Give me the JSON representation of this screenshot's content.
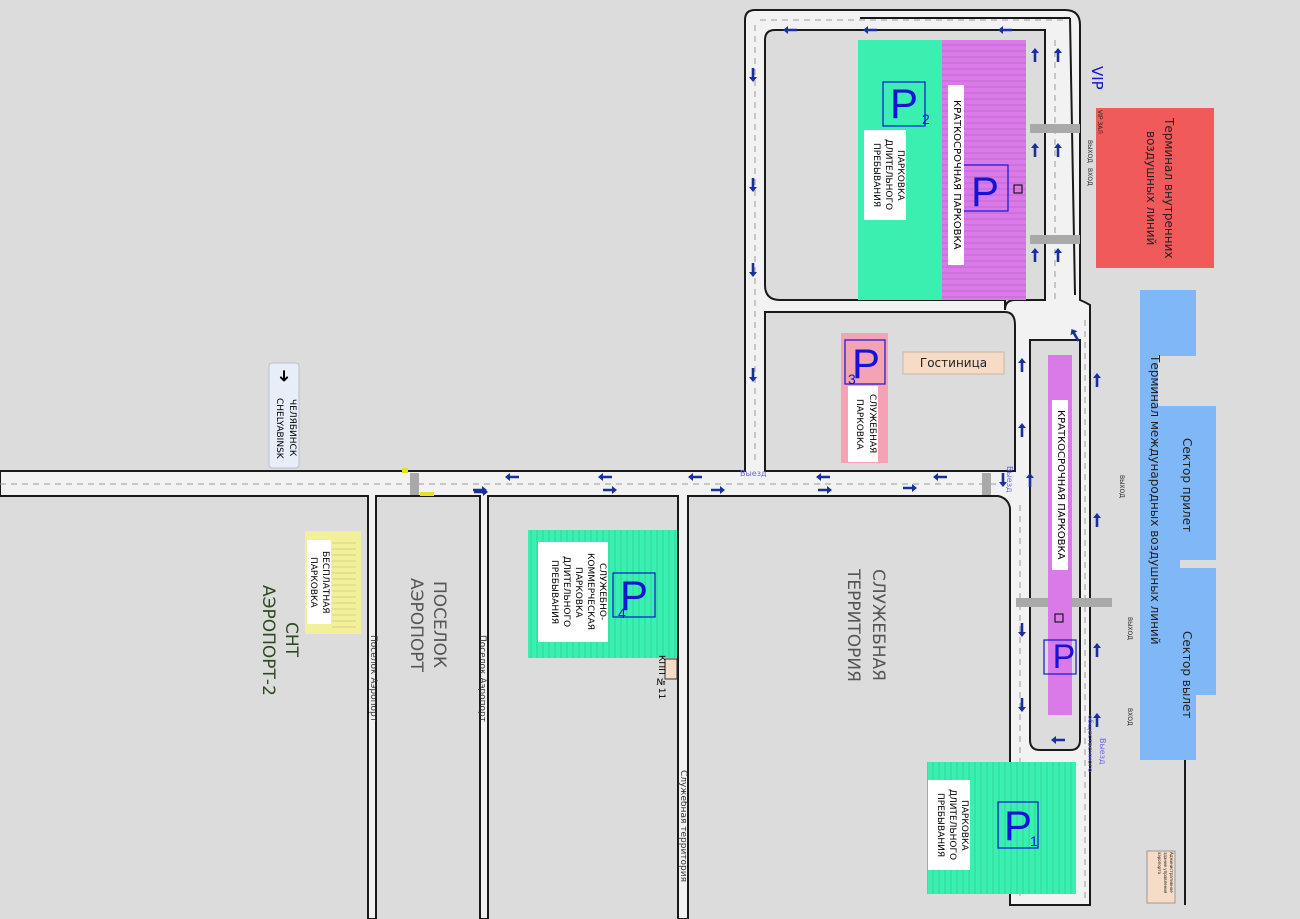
{
  "colors": {
    "background": "#dcdcdc",
    "road": "#f2f2f2",
    "road_edge": "#1a1a1a",
    "domestic_terminal": "#f05a5a",
    "international_terminal": "#7fb7f7",
    "long_term_parking": "#39f0b0",
    "short_term_parking": "#d97ae8",
    "service_parking": "#f3a3b3",
    "free_parking": "#f3f09a",
    "hotel": "#f6dcc6",
    "parking_sign": "#1414d6",
    "arrow": "#1a2f9e",
    "snt_text": "#2c4a1e"
  },
  "icons": {
    "direction_arrow": "arrow-icon",
    "city_direction": "arrow-left-icon"
  },
  "terminals": {
    "domestic": "Терминал внутренних воздушных линий",
    "international": "Терминал международных воздушных линий",
    "sector_arrival": "Сектор прилет",
    "sector_departure": "Сектор вылет",
    "vip": "VIP",
    "vip_hall": "VIP ЗАЛ",
    "exit_label": "ВЫХОД",
    "entrance_label": "ВХОД"
  },
  "parking": {
    "p2": {
      "num": "2",
      "label": "ПАРКОВКА ДЛИТЕЛЬНОГО ПРЕБЫВАНИЯ"
    },
    "short_north": {
      "label": "КРАТКОСРОЧНАЯ ПАРКОВКА"
    },
    "p3": {
      "num": "3",
      "label": "СЛУЖЕБНАЯ ПАРКОВКА"
    },
    "short_south": {
      "label": "КРАТКОСРОЧНАЯ ПАРКОВКА"
    },
    "p4": {
      "num": "4",
      "label": "СЛУЖЕБНО-КОММЕРЧЕСКАЯ ПАРКОВКА ДЛИТЕЛЬНОГО ПРЕБЫВАНИЯ"
    },
    "p1": {
      "num": "1",
      "label": "ПАРКОВКА ДЛИТЕЛЬНОГО ПРЕБЫВАНИЯ"
    },
    "free": {
      "label": "БЕСПЛАТНАЯ ПАРКОВКА"
    },
    "letter": "P"
  },
  "places": {
    "hotel": "Гостиница",
    "chelyabinsk_ru": "ЧЕЛЯБИНСК",
    "chelyabinsk_en": "CHELYABINSK",
    "settlement": "ПОСЕЛОК АЭРОПОРТ",
    "snt": "СНТ АЭРОПОРТ-2",
    "service_territory": "СЛУЖЕБНАЯ ТЕРРИТОРИЯ",
    "checkpoint": "КПП №11",
    "admin_building": "Административное здание управления аэропорта"
  },
  "roads": {
    "street_1": "Поселок Аэропорт",
    "street_2": "Поселок Аэропорт",
    "service_road": "Служебная территория",
    "exit_1": "Выезд",
    "exit_2": "Выезд",
    "exit_3": "Выезд",
    "public_transport": "общественного транспорта"
  }
}
